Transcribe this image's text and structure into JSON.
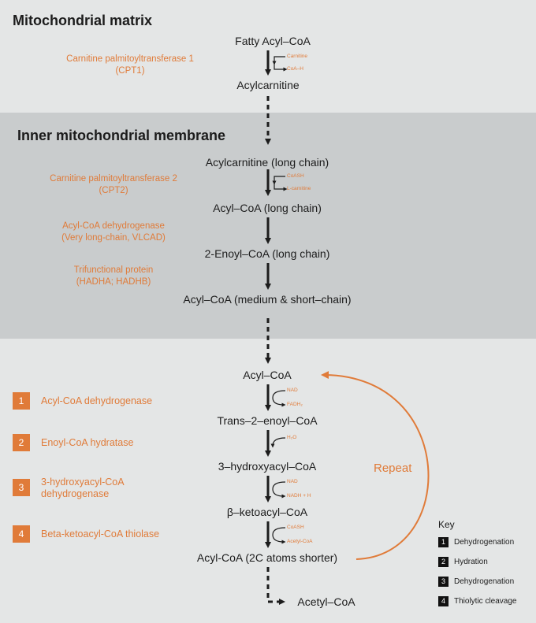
{
  "sections": {
    "matrix": "Mitochondrial matrix",
    "membrane": "Inner mitochondrial membrane"
  },
  "nodes": {
    "fatty_acyl_coa": "Fatty Acyl–CoA",
    "acylcarnitine": "Acylcarnitine",
    "acylcarnitine_long": "Acylcarnitine (long chain)",
    "acyl_coa_long": "Acyl–CoA (long chain)",
    "enoyl_coa_long": "2-Enoyl–CoA (long chain)",
    "acyl_coa_medium_short": "Acyl–CoA (medium & short–chain)",
    "acyl_coa": "Acyl–CoA",
    "trans_enoyl_coa": "Trans–2–enoyl–CoA",
    "hydroxyacyl_coa": "3–hydroxyacyl–CoA",
    "ketoacyl_coa": "β–ketoacyl–CoA",
    "acyl_coa_shorter": "Acyl-CoA (2C atoms shorter)",
    "acetyl_coa": "Acetyl–CoA"
  },
  "enzymes": {
    "cpt1_line1": "Carnitine palmitoyltransferase 1",
    "cpt1_line2": "(CPT1)",
    "cpt2_line1": "Carnitine palmitoyltransferase 2",
    "cpt2_line2": "(CPT2)",
    "vlcad_line1": "Acyl-CoA dehydrogenase",
    "vlcad_line2": "(Very long-chain, VLCAD)",
    "tfp_line1": "Trifunctional protein",
    "tfp_line2": "(HADHA; HADHB)"
  },
  "cofactors": {
    "carnitine": "Carnitine",
    "coa_sh": "CoA–H",
    "coash": "CoASH",
    "l_carnitine": "L-carnitine",
    "nad_1": "NAD",
    "fadh2": "FADH₂",
    "h2o": "H₂O",
    "nad_2": "NAD",
    "nadh_h": "NADH + H",
    "coash_2": "CoASH",
    "acetyl_coa_small": "Acetyl-CoA"
  },
  "steps": [
    {
      "num": "1",
      "label_line1": "Acyl-CoA dehydrogenase",
      "label_line2": ""
    },
    {
      "num": "2",
      "label_line1": "Enoyl-CoA hydratase",
      "label_line2": ""
    },
    {
      "num": "3",
      "label_line1": "3-hydroxyacyl-CoA",
      "label_line2": "dehydrogenase"
    },
    {
      "num": "4",
      "label_line1": "Beta-ketoacyl-CoA thiolase",
      "label_line2": ""
    }
  ],
  "repeat_label": "Repeat",
  "key": {
    "title": "Key",
    "items": [
      {
        "num": "1",
        "label": "Dehydrogenation"
      },
      {
        "num": "2",
        "label": "Hydration"
      },
      {
        "num": "3",
        "label": "Dehydrogenation"
      },
      {
        "num": "4",
        "label": "Thiolytic cleavage"
      }
    ]
  },
  "colors": {
    "accent": "#e07b39",
    "text": "#1c1c1c",
    "membrane_band": "#c9cccd",
    "matrix_band": "#e4e6e6"
  }
}
